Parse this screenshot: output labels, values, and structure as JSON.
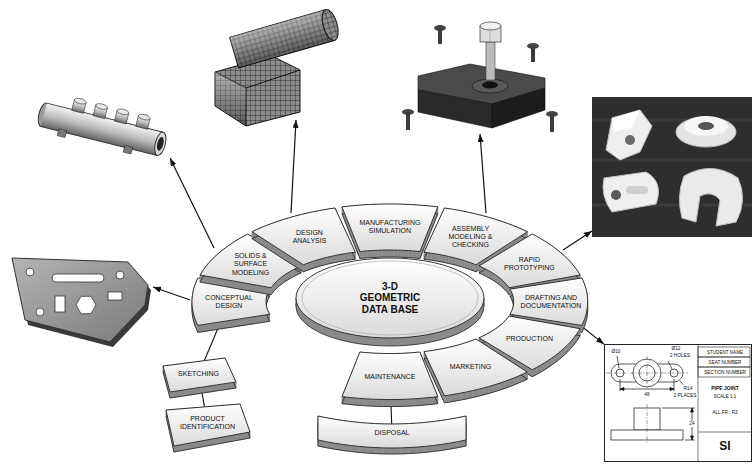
{
  "diagram": {
    "nodes": [
      {
        "text": [
          "3-D GEOMETRIC DATA BASE"
        ]
      },
      {
        "text": [
          "CONCEPTUAL DESIGN"
        ]
      },
      {
        "text": [
          "SOLIDS & SURFACE MODELING"
        ]
      },
      {
        "text": [
          "DESIGN ANALYSIS"
        ]
      },
      {
        "text": [
          "MANUFACTURING SIMULATION"
        ]
      },
      {
        "text": [
          "ASSEMBLY MODELING & CHECKING"
        ]
      },
      {
        "text": [
          "RAPID PROTOTYPING"
        ]
      },
      {
        "text": [
          "DRAFTING AND DOCUMENTATION"
        ]
      },
      {
        "text": [
          "PRODUCTION"
        ]
      },
      {
        "text": [
          "MARKETING"
        ]
      },
      {
        "text": [
          "MAINTENANCE"
        ]
      },
      {
        "text": [
          "DISPOSAL"
        ]
      },
      {
        "text": [
          "SKETCHING"
        ]
      },
      {
        "text": [
          "PRODUCT IDENTIFICATION"
        ]
      },
      {
        "text": [
          "STUDENT NAME",
          "SEAT NUMBER",
          "SECTION NUMBER",
          "PIPE JOINT",
          "SCALE 1:1",
          "ALL FR : R3",
          "SI"
        ]
      }
    ],
    "edges": [
      {
        "from": 10,
        "to": 11,
        "arrow": "none"
      },
      {
        "from": 12,
        "to": 1,
        "arrow": "none"
      },
      {
        "from": 13,
        "to": 12,
        "arrow": "none"
      },
      {
        "from": 7,
        "to": 14,
        "arrow": "to"
      }
    ],
    "labels": [
      "Ø10",
      "Ø12",
      "2 HOLES",
      "R14",
      "2 PLACES",
      "48",
      "24"
    ]
  }
}
